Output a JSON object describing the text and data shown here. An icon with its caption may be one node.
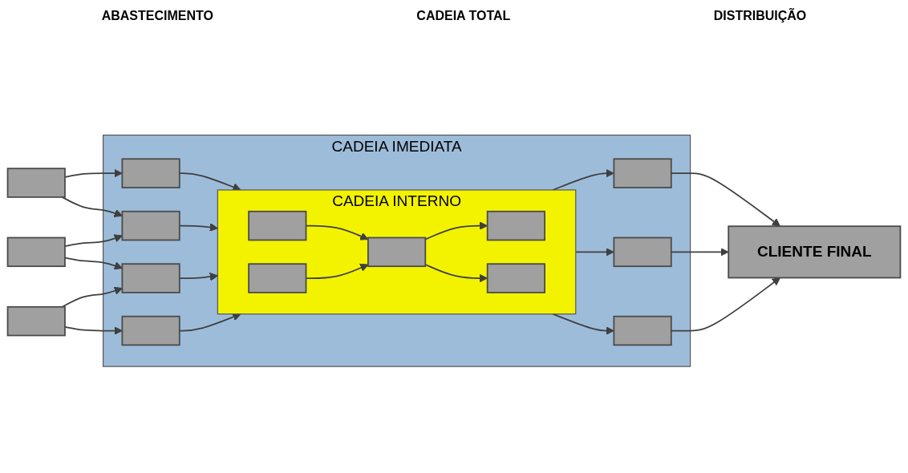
{
  "diagram": {
    "nodes": [
      {
        "text": [],
        "shape": "box"
      },
      {
        "text": [],
        "shape": "box"
      },
      {
        "text": [],
        "shape": "box"
      },
      {
        "text": [
          "CADEIA IMEDIATA"
        ]
      },
      {
        "text": [],
        "shape": "box",
        "in": 3
      },
      {
        "text": [],
        "shape": "box",
        "in": 3
      },
      {
        "text": [],
        "shape": "box",
        "in": 3
      },
      {
        "text": [],
        "shape": "box",
        "in": 3
      },
      {
        "text": [
          "CADEIA INTERNO"
        ],
        "in": 3
      },
      {
        "text": [],
        "shape": "box",
        "in": 8
      },
      {
        "text": [],
        "shape": "box",
        "in": 8
      },
      {
        "text": [],
        "shape": "box",
        "in": 8
      },
      {
        "text": [],
        "shape": "box",
        "in": 8
      },
      {
        "text": [],
        "shape": "box",
        "in": 8
      },
      {
        "text": [],
        "shape": "box",
        "in": 3
      },
      {
        "text": [],
        "shape": "box",
        "in": 3
      },
      {
        "text": [],
        "shape": "box",
        "in": 3
      },
      {
        "text": [
          "CLIENTE FINAL"
        ]
      }
    ],
    "edges": [
      {
        "from": 0,
        "to": 4,
        "arrow": "to"
      },
      {
        "from": 0,
        "to": 5,
        "arrow": "to"
      },
      {
        "from": 1,
        "to": 5,
        "arrow": "to"
      },
      {
        "from": 1,
        "to": 6,
        "arrow": "to"
      },
      {
        "from": 2,
        "to": 6,
        "arrow": "to"
      },
      {
        "from": 2,
        "to": 7,
        "arrow": "to"
      },
      {
        "from": 4,
        "to": 8,
        "arrow": "to"
      },
      {
        "from": 5,
        "to": 8,
        "arrow": "to"
      },
      {
        "from": 6,
        "to": 8,
        "arrow": "to"
      },
      {
        "from": 7,
        "to": 8,
        "arrow": "to"
      },
      {
        "from": 9,
        "to": 11,
        "arrow": "to"
      },
      {
        "from": 10,
        "to": 11,
        "arrow": "to"
      },
      {
        "from": 11,
        "to": 12,
        "arrow": "to"
      },
      {
        "from": 11,
        "to": 13,
        "arrow": "to"
      },
      {
        "from": 8,
        "to": 14,
        "arrow": "to"
      },
      {
        "from": 8,
        "to": 15,
        "arrow": "to"
      },
      {
        "from": 8,
        "to": 16,
        "arrow": "to"
      },
      {
        "from": 14,
        "to": 17,
        "arrow": "to"
      },
      {
        "from": 15,
        "to": 17,
        "arrow": "to"
      },
      {
        "from": 16,
        "to": 17,
        "arrow": "to"
      }
    ],
    "labels": [
      "ABASTECIMENTO",
      "CADEIA TOTAL",
      "DISTRIBUIÇÃO"
    ]
  }
}
